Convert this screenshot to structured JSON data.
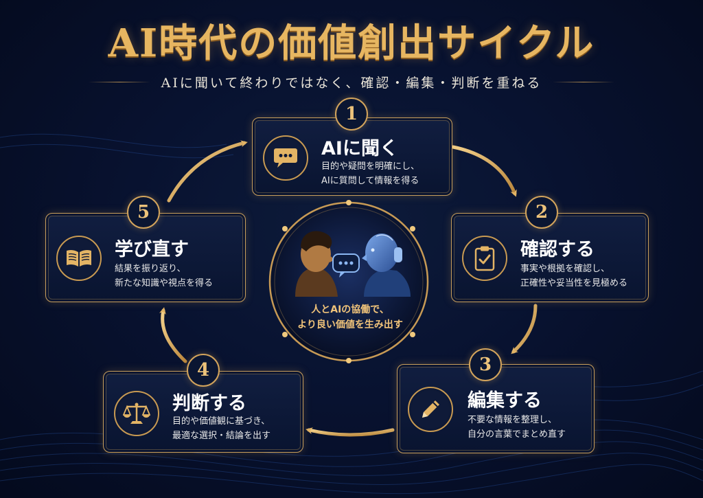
{
  "title": "AI時代の価値創出サイクル",
  "subtitle": "AIに聞いて終わりではなく、確認・編集・判断を重ねる",
  "center": {
    "lines": [
      "人とAIの協働で、",
      "より良い価値を生み出す"
    ]
  },
  "steps": [
    {
      "number": "1",
      "title": "AIに聞く",
      "desc": [
        "目的や疑問を明確にし、",
        "AIに質問して情報を得る"
      ],
      "icon": "speech-bubble-icon"
    },
    {
      "number": "2",
      "title": "確認する",
      "desc": [
        "事実や根拠を確認し、",
        "正確性や妥当性を見極める"
      ],
      "icon": "clipboard-check-icon"
    },
    {
      "number": "3",
      "title": "編集する",
      "desc": [
        "不要な情報を整理し、",
        "自分の言葉でまとめ直す"
      ],
      "icon": "pencil-icon"
    },
    {
      "number": "4",
      "title": "判断する",
      "desc": [
        "目的や価値観に基づき、",
        "最適な選択・結論を出す"
      ],
      "icon": "balance-scale-icon"
    },
    {
      "number": "5",
      "title": "学び直す",
      "desc": [
        "結果を振り返り、",
        "新たな知識や視点を得る"
      ],
      "icon": "open-book-icon"
    }
  ],
  "colors": {
    "gold": "#d3a45c",
    "background": "#081230"
  }
}
